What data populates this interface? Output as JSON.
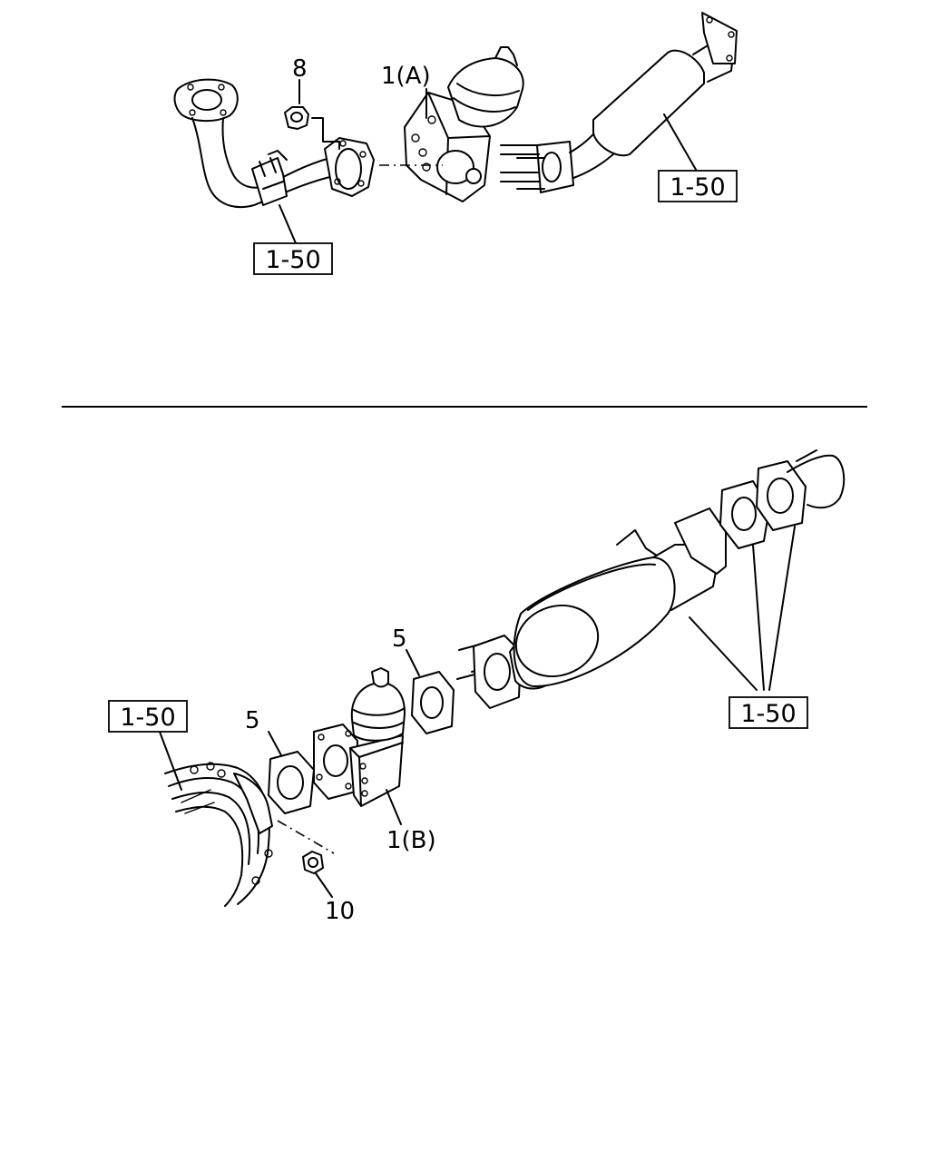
{
  "diagram": {
    "upper_view": {
      "callouts": [
        {
          "id": "nut",
          "label": "8"
        },
        {
          "id": "valve_a",
          "label": "1(A)"
        }
      ],
      "reference_boxes": [
        {
          "id": "front_pipe",
          "label": "1-50"
        },
        {
          "id": "converter",
          "label": "1-50"
        }
      ]
    },
    "lower_view": {
      "callouts": [
        {
          "id": "gasket_left",
          "label": "5"
        },
        {
          "id": "gasket_right",
          "label": "5"
        },
        {
          "id": "valve_b",
          "label": "1(B)"
        },
        {
          "id": "nut",
          "label": "10"
        }
      ],
      "reference_boxes": [
        {
          "id": "manifold",
          "label": "1-50"
        },
        {
          "id": "converter",
          "label": "1-50"
        }
      ]
    }
  }
}
